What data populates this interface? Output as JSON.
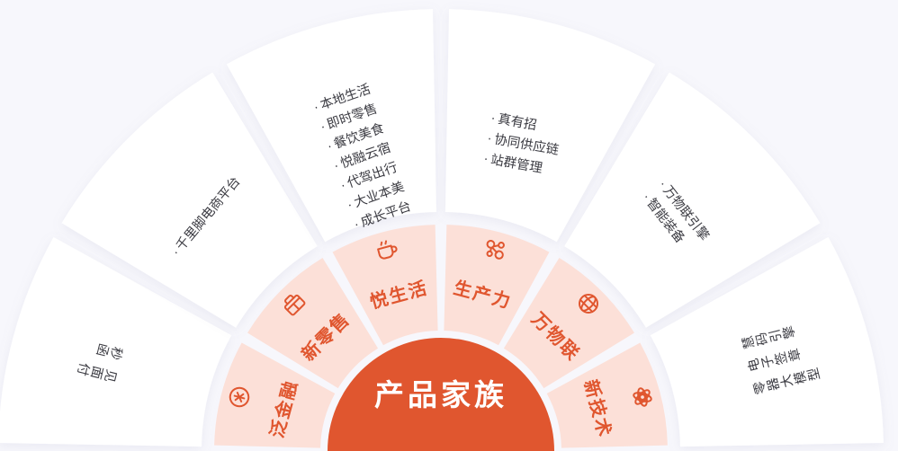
{
  "theme": {
    "background": "#f7f7fc",
    "hub_fill": "#e0562f",
    "inner_fill": "#fce0d8",
    "outer_fill": "#ffffff",
    "accent": "#e0562f",
    "leaf_text": "#3b3b42",
    "hub_text": "#ffffff"
  },
  "hub": {
    "title": "产品家族"
  },
  "sectors": [
    {
      "key": "fanjinrong",
      "label": "泛金融",
      "icon": "currency-circle-icon",
      "leaves": [
        "见面付",
        "秒函"
      ]
    },
    {
      "key": "xinlingshou",
      "label": "新零售",
      "icon": "shopping-basket-icon",
      "leaves": [
        "千里脚电商平台"
      ]
    },
    {
      "key": "yueshenghuo",
      "label": "悦生活",
      "icon": "coffee-cup-icon",
      "leaves": [
        "本地生活",
        "即时零售",
        "餐饮美食",
        "悦融云宿",
        "代驾出行",
        "大业本美",
        "成长平台"
      ]
    },
    {
      "key": "shengchanli",
      "label": "生产力",
      "icon": "molecule-icon",
      "leaves": [
        "真有招",
        "协同供应链",
        "站群管理"
      ]
    },
    {
      "key": "wanwulian",
      "label": "万物联",
      "icon": "globe-icon",
      "leaves": [
        "万物联引擎",
        "智能装备"
      ]
    },
    {
      "key": "xinjishu",
      "label": "新技术",
      "icon": "atom-icon",
      "leaves": [
        "慧码引擎",
        "电子签章",
        "零器大模型"
      ]
    }
  ]
}
